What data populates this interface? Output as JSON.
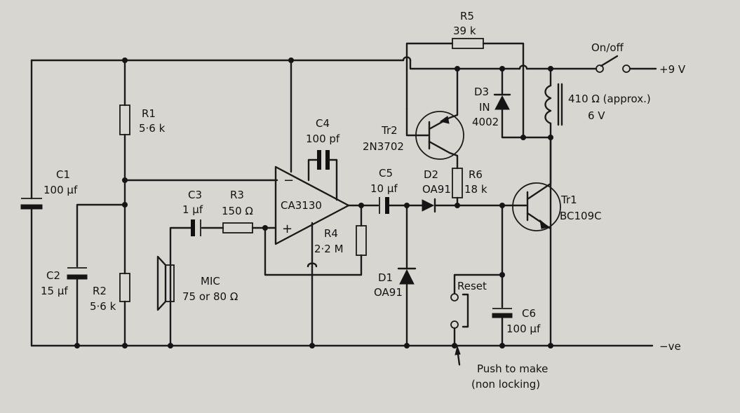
{
  "r5": {
    "ref": "R5",
    "value": "39 k"
  },
  "switch": {
    "label": "On/off",
    "supply": "+9 V"
  },
  "r1": {
    "ref": "R1",
    "value": "5·6 k"
  },
  "r2": {
    "ref": "R2",
    "value": "5·6 k"
  },
  "c1": {
    "ref": "C1",
    "value": "100 μf"
  },
  "c2": {
    "ref": "C2",
    "value": "15 μf"
  },
  "c3": {
    "ref": "C3",
    "value": "1 μf"
  },
  "r3": {
    "ref": "R3",
    "value": "150 Ω"
  },
  "c4": {
    "ref": "C4",
    "value": "100 pf"
  },
  "opamp": {
    "label": "CA3130",
    "minus": "−",
    "plus": "+"
  },
  "r4": {
    "ref": "R4",
    "value": "2·2 M"
  },
  "mic": {
    "ref": "MIC",
    "value": "75 or 80 Ω"
  },
  "c5": {
    "ref": "C5",
    "value": "10 μf"
  },
  "d2": {
    "ref": "D2",
    "value": "OA91"
  },
  "d1": {
    "ref": "D1",
    "value": "OA91"
  },
  "r6": {
    "ref": "R6",
    "value": "18 k"
  },
  "tr2": {
    "ref": "Tr2",
    "value": "2N3702"
  },
  "d3": {
    "ref": "D3",
    "value_1": "IN",
    "value_2": "4002"
  },
  "relay": {
    "resistance": "410 Ω (approx.)",
    "voltage": "6 V"
  },
  "tr1": {
    "ref": "Tr1",
    "value": "BC109C"
  },
  "reset": {
    "label": "Reset",
    "note_1": "Push to make",
    "note_2": "(non locking)"
  },
  "c6": {
    "ref": "C6",
    "value": "100 μf"
  },
  "ground": {
    "label": "−ve"
  }
}
